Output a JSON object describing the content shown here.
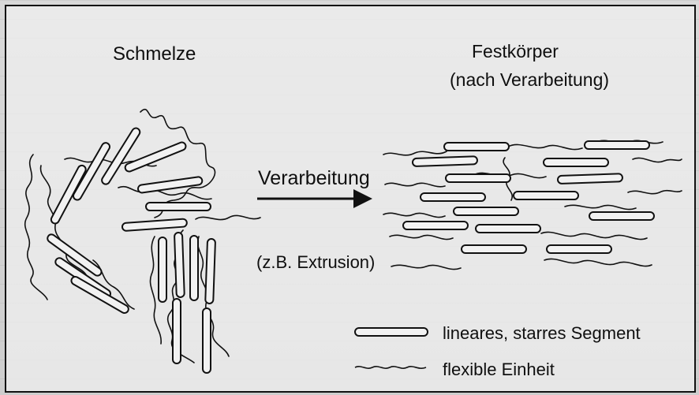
{
  "labels": {
    "melt": "Schmelze",
    "solid_line1": "Festkörper",
    "solid_line2": "(nach Verarbeitung)",
    "process": "Verarbeitung",
    "example": "(z.B. Extrusion)",
    "legend_rigid": "lineares, starres Segment",
    "legend_flexible": "flexible Einheit"
  },
  "colors": {
    "ink": "#111111",
    "background": "#e9e9e9"
  }
}
